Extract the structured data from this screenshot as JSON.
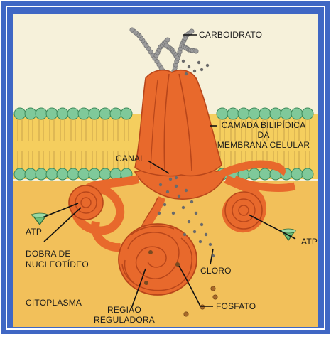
{
  "colors": {
    "frame": "#3f67c4",
    "background": "#f6f1da",
    "cytoplasm": "#f2c05a",
    "membrane_core": "#f5ce5e",
    "lipid_head": "#7fc99a",
    "protein": "#e8692c",
    "protein_dark": "#b8461a",
    "carbohydrate": "#9b9b9b",
    "chloride_dots": "#6b6b6b",
    "phosphate": "#a86a2a",
    "atp": "#6fbf7a",
    "leader_line": "#111111"
  },
  "labels": {
    "carboidrato": "CARBOIDRATO",
    "camada_1": "CAMADA BILIPÍDICA",
    "camada_2": "DA",
    "camada_3": "MEMBRANA CELULAR",
    "canal": "CANAL",
    "atp_left": "ATP",
    "atp_right": "ATP",
    "dobra_1": "DOBRA DE",
    "dobra_2": "NUCLEOTÍDEO",
    "cloro": "CLORO",
    "citoplasma": "CITOPLASMA",
    "regiao_1": "REGIÃO",
    "regiao_2": "REGULADORA",
    "fosfato": "FOSFATO"
  }
}
